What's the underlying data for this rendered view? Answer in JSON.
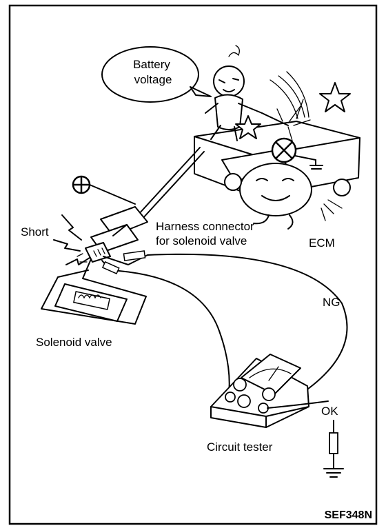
{
  "labels": {
    "speech_line1": "Battery",
    "speech_line2": "voltage",
    "short": "Short",
    "harness_line1": "Harness connector",
    "harness_line2": "for solenoid valve",
    "ecm": "ECM",
    "ng": "NG",
    "ok": "OK",
    "solenoid_valve": "Solenoid valve",
    "circuit_tester": "Circuit tester",
    "figure_code": "SEF348N"
  },
  "icons": {
    "ground": "ground-icon",
    "ecm_gauge": "crossed-circle-icon",
    "stars": "star-icon",
    "sparks": "lightning-icon"
  },
  "colors": {
    "ink": "#000000",
    "paper": "#ffffff"
  }
}
